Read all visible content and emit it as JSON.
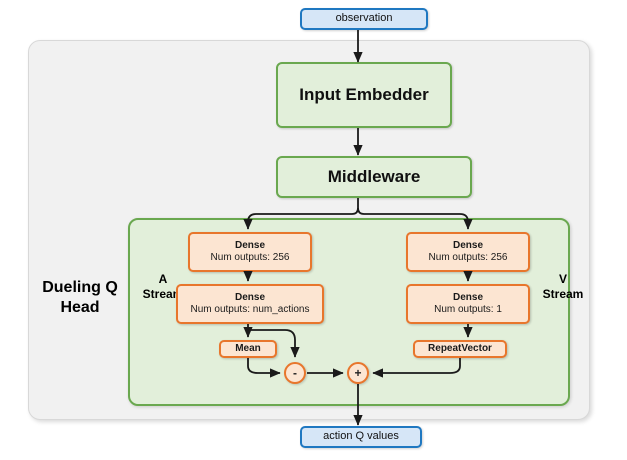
{
  "diagram": {
    "title_label": "Dueling Q Head",
    "io": {
      "input_label": "observation",
      "output_label": "action Q values"
    },
    "modules": {
      "input_embedder": "Input Embedder",
      "middleware": "Middleware"
    },
    "streams": {
      "advantage_label": "A\nStream",
      "advantage_line1": "A",
      "advantage_line2": "Stream",
      "value_line1": "V",
      "value_line2": "Stream"
    },
    "layers": {
      "a_dense1_name": "Dense",
      "a_dense1_detail": "Num outputs: 256",
      "a_dense2_name": "Dense",
      "a_dense2_detail": "Num outputs: num_actions",
      "a_mean": "Mean",
      "v_dense1_name": "Dense",
      "v_dense1_detail": "Num outputs: 256",
      "v_dense2_name": "Dense",
      "v_dense2_detail": "Num outputs: 1",
      "v_repeat": "RepeatVector"
    },
    "operators": {
      "subtract": "-",
      "add": "+"
    },
    "colors": {
      "io_border": "#1f78c1",
      "io_fill": "#d6e6f7",
      "module_border": "#6aa84f",
      "module_fill": "#e2efda",
      "layer_border": "#e8762c",
      "layer_fill": "#fce5d2",
      "container_fill": "#f1f1f1",
      "edge": "#1a1a1a",
      "page_background": "#ffffff"
    }
  }
}
